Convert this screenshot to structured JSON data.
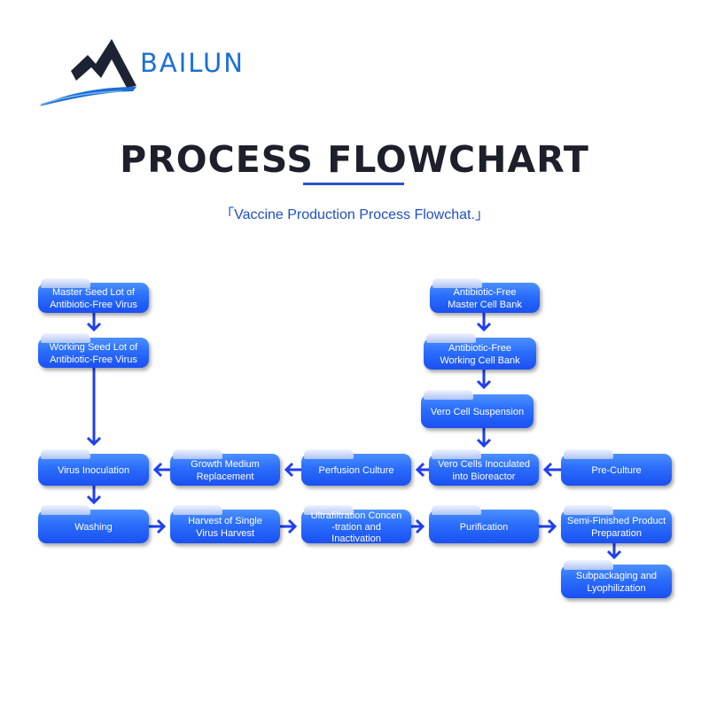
{
  "brand": {
    "name": "BAILUN"
  },
  "header": {
    "title": "PROCESS FLOWCHART",
    "subtitle": "「Vaccine Production Process Flowchat.」"
  },
  "flowchart": {
    "nodes": [
      {
        "id": "master-seed-lot",
        "label": "Master Seed Lot of Antibiotic-Free Virus",
        "lines": [
          "Master Seed Lot of",
          "Antibiotic-Free Virus"
        ]
      },
      {
        "id": "working-seed-lot",
        "label": "Working Seed Lot of Antibiotic-Free Virus",
        "lines": [
          "Working Seed Lot of",
          "Antibiotic-Free Virus"
        ]
      },
      {
        "id": "master-cell-bank",
        "label": "Antibiotic-Free Master Cell Bank",
        "lines": [
          "Antibiotic-Free",
          "Master Cell Bank"
        ]
      },
      {
        "id": "working-cell-bank",
        "label": "Antibiotic-Free Working Cell Bank",
        "lines": [
          "Antibiotic-Free",
          "Working Cell Bank"
        ]
      },
      {
        "id": "vero-cell-suspension",
        "label": "Vero Cell Suspension",
        "lines": [
          "Vero Cell Suspension"
        ]
      },
      {
        "id": "virus-inoculation",
        "label": "Virus Inoculation",
        "lines": [
          "Virus Inoculation"
        ]
      },
      {
        "id": "growth-medium-replacement",
        "label": "Growth Medium Replacement",
        "lines": [
          "Growth Medium",
          "Replacement"
        ]
      },
      {
        "id": "perfusion-culture",
        "label": "Perfusion Culture",
        "lines": [
          "Perfusion Culture"
        ]
      },
      {
        "id": "vero-cells-inoculated",
        "label": "Vero Cells Inoculated into Bioreactor",
        "lines": [
          "Vero Cells Inoculated",
          "into Bioreactor"
        ]
      },
      {
        "id": "pre-culture",
        "label": "Pre-Culture",
        "lines": [
          "Pre-Culture"
        ]
      },
      {
        "id": "washing",
        "label": "Washing",
        "lines": [
          "Washing"
        ]
      },
      {
        "id": "harvest",
        "label": "Harvest of Single Virus Harvest",
        "lines": [
          "Harvest of Single",
          "Virus Harvest"
        ]
      },
      {
        "id": "ultrafiltration",
        "label": "Ultrafiltration Concentration and Inactivation",
        "lines": [
          "Ultrafiltration Concen",
          "-tration and Inactivation"
        ]
      },
      {
        "id": "purification",
        "label": "Purification",
        "lines": [
          "Purification"
        ]
      },
      {
        "id": "semi-finished-product",
        "label": "Semi-Finished Product Preparation",
        "lines": [
          "Semi-Finished Product",
          "Preparation"
        ]
      },
      {
        "id": "subpackaging",
        "label": "Subpackaging and Lyophilization",
        "lines": [
          "Subpackaging and",
          "Lyophilization"
        ]
      }
    ],
    "edges": [
      {
        "from": "master-seed-lot",
        "to": "working-seed-lot"
      },
      {
        "from": "working-seed-lot",
        "to": "virus-inoculation"
      },
      {
        "from": "master-cell-bank",
        "to": "working-cell-bank"
      },
      {
        "from": "working-cell-bank",
        "to": "vero-cell-suspension"
      },
      {
        "from": "vero-cell-suspension",
        "to": "vero-cells-inoculated"
      },
      {
        "from": "pre-culture",
        "to": "vero-cells-inoculated"
      },
      {
        "from": "vero-cells-inoculated",
        "to": "perfusion-culture"
      },
      {
        "from": "perfusion-culture",
        "to": "growth-medium-replacement"
      },
      {
        "from": "growth-medium-replacement",
        "to": "virus-inoculation"
      },
      {
        "from": "virus-inoculation",
        "to": "washing"
      },
      {
        "from": "washing",
        "to": "harvest"
      },
      {
        "from": "harvest",
        "to": "ultrafiltration"
      },
      {
        "from": "ultrafiltration",
        "to": "purification"
      },
      {
        "from": "purification",
        "to": "semi-finished-product"
      },
      {
        "from": "semi-finished-product",
        "to": "subpackaging"
      }
    ]
  },
  "colors": {
    "title": "#1d1f2b",
    "accent": "#1f4fc2",
    "arrow": "#1f3ff0",
    "node_top": "#4c90ff",
    "node_bottom": "#1b50f2",
    "logo_mountain": "#1c2433",
    "logo_wave": "#1a6fd6"
  }
}
